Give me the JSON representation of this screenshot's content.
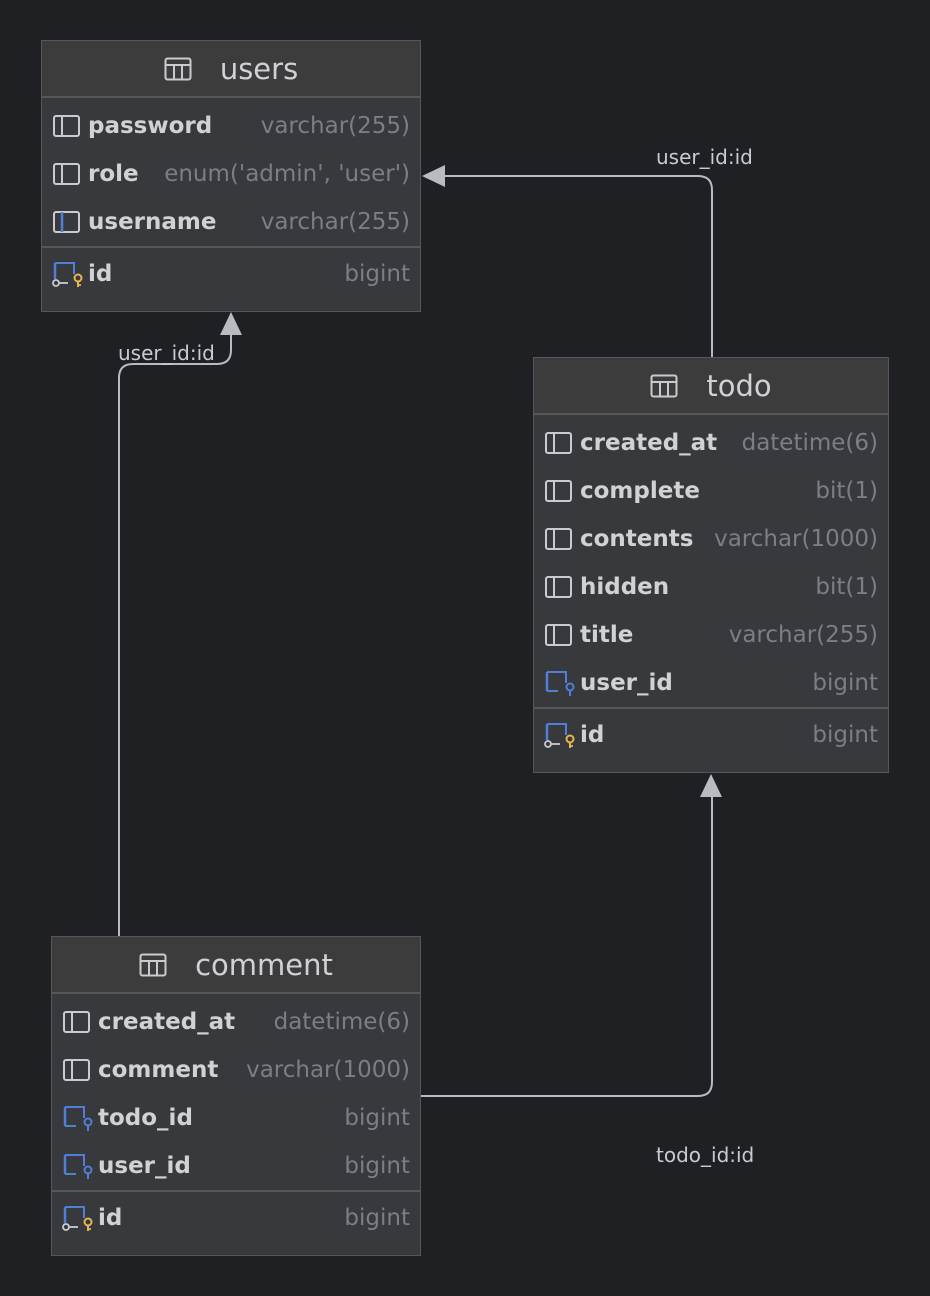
{
  "tables": {
    "users": {
      "name": "users",
      "columns": [
        {
          "name": "password",
          "type": "varchar(255)",
          "icon": "column-icon"
        },
        {
          "name": "role",
          "type": "enum('admin', 'user')",
          "icon": "column-icon"
        },
        {
          "name": "username",
          "type": "varchar(255)",
          "icon": "unique-column-icon"
        }
      ],
      "pk": {
        "name": "id",
        "type": "bigint",
        "icon": "primary-key-icon"
      }
    },
    "todo": {
      "name": "todo",
      "columns": [
        {
          "name": "created_at",
          "type": "datetime(6)",
          "icon": "column-icon"
        },
        {
          "name": "complete",
          "type": "bit(1)",
          "icon": "column-icon"
        },
        {
          "name": "contents",
          "type": "varchar(1000)",
          "icon": "column-icon"
        },
        {
          "name": "hidden",
          "type": "bit(1)",
          "icon": "column-icon"
        },
        {
          "name": "title",
          "type": "varchar(255)",
          "icon": "column-icon"
        },
        {
          "name": "user_id",
          "type": "bigint",
          "icon": "foreign-key-icon"
        }
      ],
      "pk": {
        "name": "id",
        "type": "bigint",
        "icon": "primary-key-icon"
      }
    },
    "comment": {
      "name": "comment",
      "columns": [
        {
          "name": "created_at",
          "type": "datetime(6)",
          "icon": "column-icon"
        },
        {
          "name": "comment",
          "type": "varchar(1000)",
          "icon": "column-icon"
        },
        {
          "name": "todo_id",
          "type": "bigint",
          "icon": "foreign-key-icon"
        },
        {
          "name": "user_id",
          "type": "bigint",
          "icon": "foreign-key-icon"
        }
      ],
      "pk": {
        "name": "id",
        "type": "bigint",
        "icon": "primary-key-icon"
      }
    }
  },
  "relations": {
    "todo_users": "user_id:id",
    "comment_users": "user_id:id",
    "comment_todo": "todo_id:id"
  },
  "colors": {
    "background": "#1f2023",
    "edge": "#b9bbc0",
    "key_gold": "#e6b450",
    "key_blue": "#4f7fd6"
  }
}
